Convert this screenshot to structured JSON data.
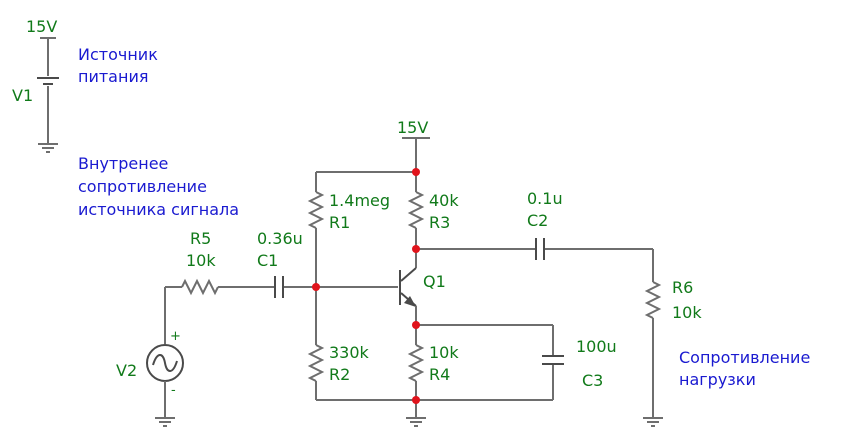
{
  "supply": {
    "voltage": "15V",
    "name": "V1",
    "note_line1": "Источник",
    "note_line2": "питания"
  },
  "source_note": {
    "line1": "Внутренее",
    "line2": "сопротивление",
    "line3": "источника сигнала"
  },
  "rail": {
    "voltage": "15V"
  },
  "r1": {
    "name": "R1",
    "value": "1.4meg"
  },
  "r2": {
    "name": "R2",
    "value": "330k"
  },
  "r3": {
    "name": "R3",
    "value": "40k"
  },
  "r4": {
    "name": "R4",
    "value": "10k"
  },
  "r5": {
    "name": "R5",
    "value": "10k"
  },
  "r6": {
    "name": "R6",
    "value": "10k"
  },
  "c1": {
    "name": "C1",
    "value": "0.36u"
  },
  "c2": {
    "name": "C2",
    "value": "0.1u"
  },
  "c3": {
    "name": "C3",
    "value": "100u"
  },
  "q1": {
    "name": "Q1"
  },
  "v2": {
    "name": "V2",
    "plus": "+",
    "minus": "-"
  },
  "load_note": {
    "line1": "Сопротивление",
    "line2": "нагрузки"
  }
}
